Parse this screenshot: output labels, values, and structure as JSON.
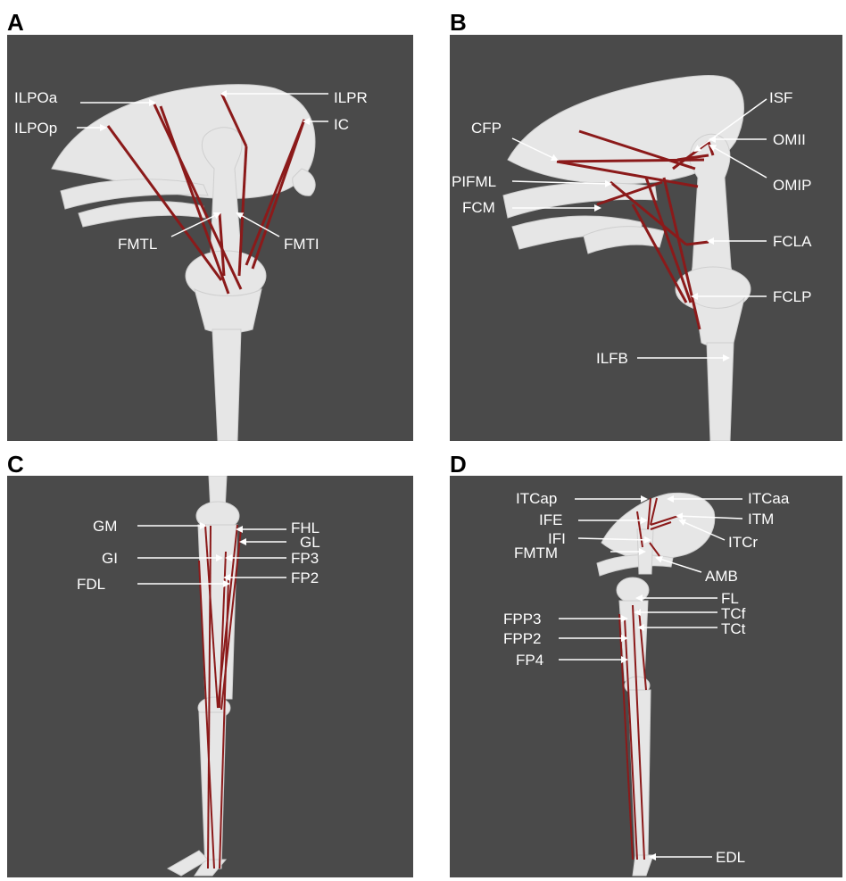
{
  "panels": {
    "A": {
      "letter": "A",
      "labels": {
        "ILPOa": "ILPOa",
        "ILPOp": "ILPOp",
        "ILPR": "ILPR",
        "IC": "IC",
        "FMTL": "FMTL",
        "FMTI": "FMTI"
      }
    },
    "B": {
      "letter": "B",
      "labels": {
        "ISF": "ISF",
        "CFP": "CFP",
        "OMII": "OMII",
        "OMIP": "OMIP",
        "PIFML": "PIFML",
        "FCM": "FCM",
        "FCLA": "FCLA",
        "FCLP": "FCLP",
        "ILFB": "ILFB"
      }
    },
    "C": {
      "letter": "C",
      "labels": {
        "GM": "GM",
        "FHL": "FHL",
        "GL": "GL",
        "GI": "GI",
        "FP3": "FP3",
        "FDL": "FDL",
        "FP2": "FP2"
      }
    },
    "D": {
      "letter": "D",
      "labels": {
        "ITCap": "ITCap",
        "ITCaa": "ITCaa",
        "IFE": "IFE",
        "ITM": "ITM",
        "IFI": "IFI",
        "ITCr": "ITCr",
        "FMTM": "FMTM",
        "AMB": "AMB",
        "FL": "FL",
        "FPP3": "FPP3",
        "TCf": "TCf",
        "FPP2": "FPP2",
        "TCt": "TCt",
        "FP4": "FP4",
        "EDL": "EDL"
      }
    }
  },
  "colors": {
    "background": "#4a4a4a",
    "bone": "#e6e6e6",
    "muscle": "#8b1a1a",
    "label": "#ffffff",
    "panel_letter": "#000000"
  }
}
